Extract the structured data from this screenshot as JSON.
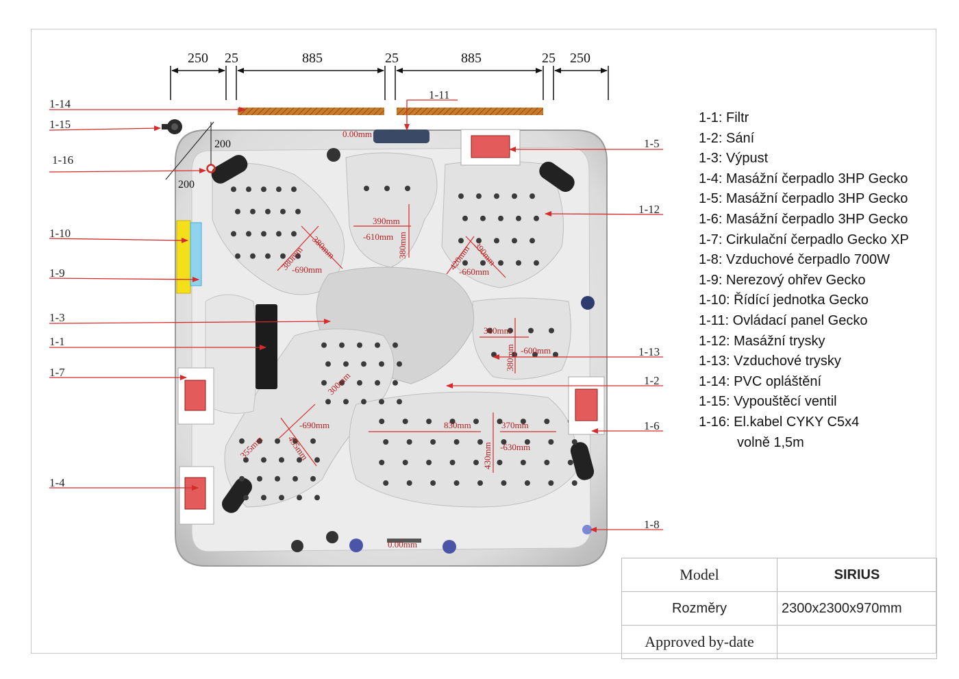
{
  "dimensions_top": [
    "250",
    "25",
    "885",
    "25",
    "885",
    "25",
    "250"
  ],
  "corner_dims": [
    "200",
    "200"
  ],
  "callouts": [
    {
      "id": "1-14",
      "label": "1-14"
    },
    {
      "id": "1-15",
      "label": "1-15"
    },
    {
      "id": "1-16",
      "label": "1-16"
    },
    {
      "id": "1-10",
      "label": "1-10"
    },
    {
      "id": "1-9",
      "label": "1-9"
    },
    {
      "id": "1-3",
      "label": "1-3"
    },
    {
      "id": "1-1",
      "label": "1-1"
    },
    {
      "id": "1-7",
      "label": "1-7"
    },
    {
      "id": "1-4",
      "label": "1-4"
    },
    {
      "id": "1-11",
      "label": "1-11"
    },
    {
      "id": "1-5",
      "label": "1-5"
    },
    {
      "id": "1-12",
      "label": "1-12"
    },
    {
      "id": "1-13",
      "label": "1-13"
    },
    {
      "id": "1-2",
      "label": "1-2"
    },
    {
      "id": "1-6",
      "label": "1-6"
    },
    {
      "id": "1-8",
      "label": "1-8"
    }
  ],
  "measurements": {
    "m_top_depth": "0.00mm",
    "m_tl_a": "380mm",
    "m_tl_b": "380mm",
    "m_tl_c": "-690mm",
    "m_tc_w": "390mm",
    "m_tc_h": "380mm",
    "m_tc_d": "-610mm",
    "m_tr_a": "420mm",
    "m_tr_b": "390mm",
    "m_tr_c": "-660mm",
    "m_r_w": "360mm",
    "m_r_h": "380mm",
    "m_r_d": "-600mm",
    "m_l_a": "300mm",
    "m_l_b": "-690mm",
    "m_l_c": "455mm",
    "m_l_d": "355mm",
    "m_b_w": "830mm",
    "m_b_w2": "370mm",
    "m_b_h": "430mm",
    "m_b_d": "-630mm",
    "m_bottom_depth": "0.00mm"
  },
  "legend": [
    "1-1: Filtr",
    "1-2: Sání",
    "1-3: Výpust",
    "1-4: Masážní čerpadlo 3HP Gecko",
    "1-5: Masážní čerpadlo 3HP Gecko",
    "1-6: Masážní čerpadlo 3HP Gecko",
    "1-7: Cirkulační čerpadlo Gecko XP",
    "1-8: Vzduchové čerpadlo 700W",
    "1-9: Nerezový ohřev Gecko",
    "1-10: Řídící jednotka Gecko",
    "1-11: Ovládací panel Gecko",
    "1-12: Masážní trysky",
    "1-13: Vzduchové trysky",
    "1-14: PVC opláštění",
    "1-15: Vypouštěcí ventil",
    "1-16: El.kabel CYKY C5x4"
  ],
  "legend_cont": "volně 1,5m",
  "info": {
    "model_label": "Model",
    "model_value": "SIRIUS",
    "size_label": "Rozměry",
    "size_value": "2300x2300x970mm",
    "approved_label": "Approved by-date",
    "approved_value": ""
  },
  "colors": {
    "callout": "#d62b2b",
    "panel": "#c97a2a",
    "controller": "#f4e01a",
    "heater": "#8fd3ef",
    "text": "#111111"
  }
}
